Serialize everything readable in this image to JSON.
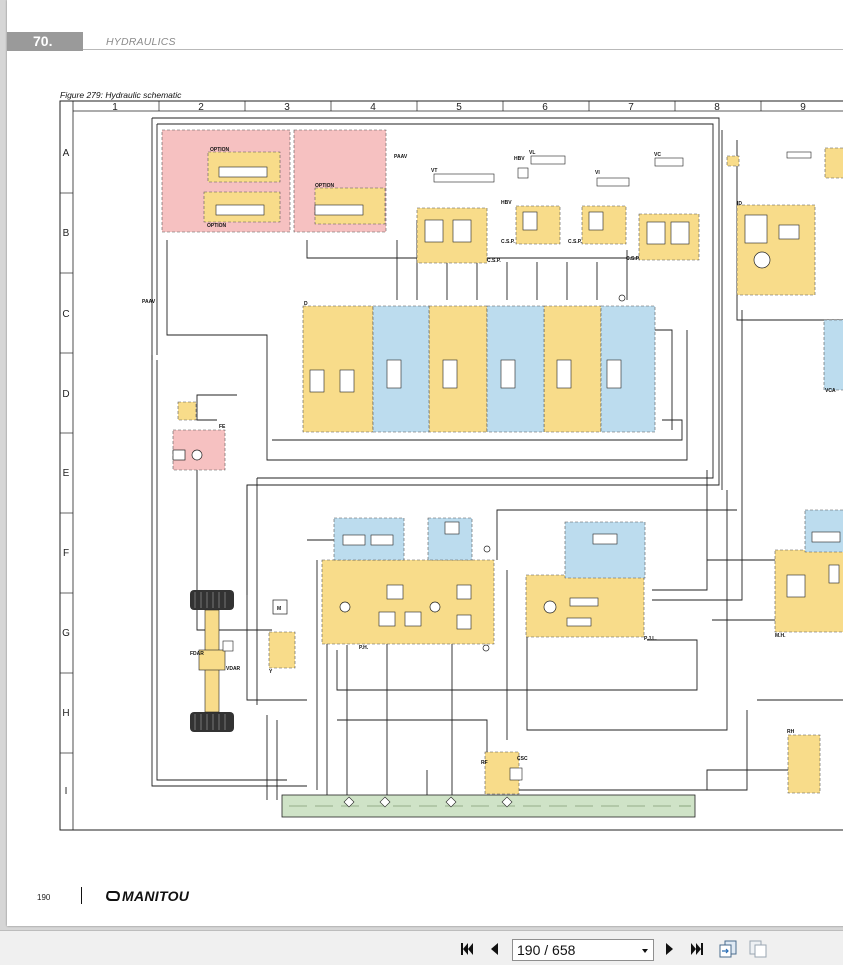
{
  "document": {
    "chapter_number": "70.",
    "chapter_title": "HYDRAULICS",
    "figure_caption": "Figure 279: Hydraulic schematic",
    "page_number": "190",
    "brand": "MANITOU"
  },
  "grid": {
    "columns": [
      "1",
      "2",
      "3",
      "4",
      "5",
      "6",
      "7",
      "8",
      "9"
    ],
    "rows": [
      "A",
      "B",
      "C",
      "D",
      "E",
      "F",
      "G",
      "H",
      "I"
    ]
  },
  "schematic_labels": {
    "option_1": "OPTION",
    "option_2": "OPTION",
    "option_3": "OPTION",
    "paav_top": "PAAV",
    "paav_left": "PAAV",
    "vt": "VT",
    "hbv_top": "HBV",
    "hbv_bottom": "HBV",
    "vl": "VL",
    "vi": "VI",
    "vc": "VC",
    "csp_1": "C.S.P.",
    "csp_2": "C.S.P.",
    "csp_3": "C.S.P.",
    "csp_4": "C.S.P.",
    "id": "ID",
    "d": "D",
    "fe": "FE",
    "ph": "P.H.",
    "pjl": "P.J.L.",
    "mh": "M.H.",
    "fdar": "FDAR",
    "vdar": "VDAR",
    "m": "M",
    "rf": "RF",
    "csc": "CSC",
    "rh": "RH",
    "vca": "VCA",
    "y": "Y"
  },
  "toolbar": {
    "page_display": "190 / 658",
    "first_icon": "first-page-icon",
    "prev_icon": "previous-page-icon",
    "next_icon": "next-page-icon",
    "last_icon": "last-page-icon",
    "fit_icon": "fit-page-icon",
    "zoom_icon": "zoom-page-icon"
  },
  "colors": {
    "yellow_zone": "#f8dc8a",
    "blue_zone": "#bcdcee",
    "pink_zone": "#f6c1c1",
    "green_tank": "#cfe3c7",
    "chapter_tab": "#9a9a9a"
  }
}
